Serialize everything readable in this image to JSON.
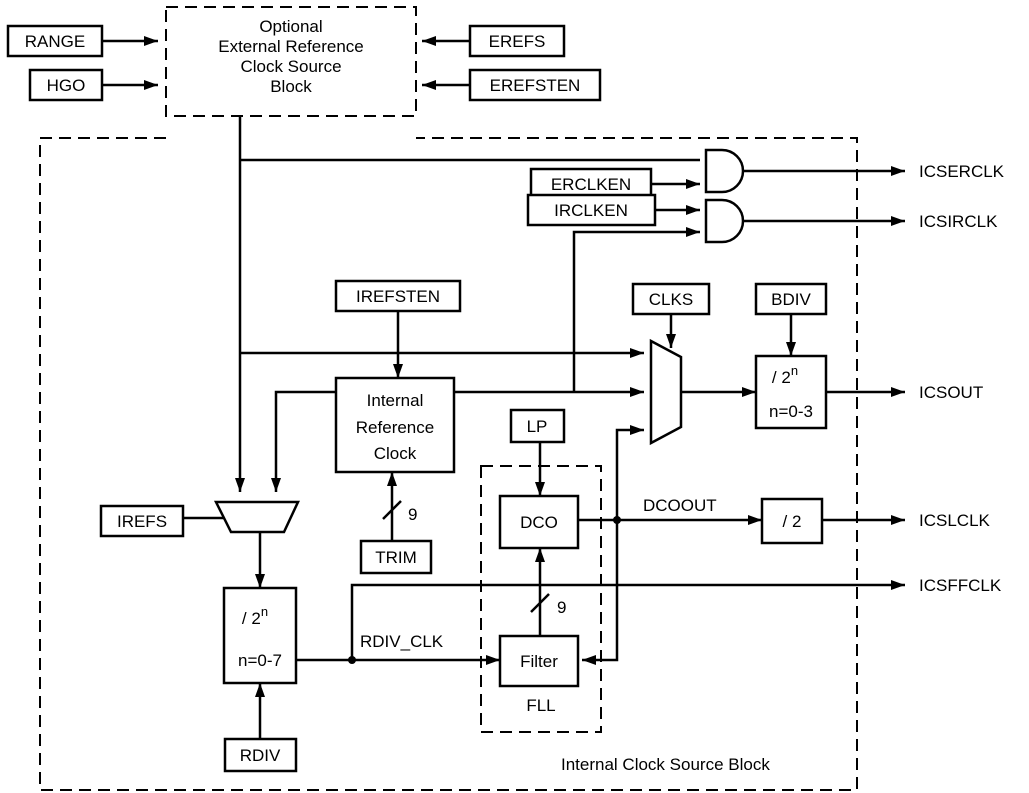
{
  "inputs": {
    "range": "RANGE",
    "hgo": "HGO",
    "erefs": "EREFS",
    "erefsten": "EREFSTEN",
    "erclken": "ERCLKEN",
    "irclken": "IRCLKEN",
    "irefsten": "IREFSTEN",
    "clks": "CLKS",
    "bdiv": "BDIV",
    "lp": "LP",
    "irefs": "IREFS",
    "trim": "TRIM",
    "rdiv": "RDIV"
  },
  "blocks": {
    "external_ref": [
      "Optional",
      "External Reference",
      "Clock Source",
      "Block"
    ],
    "internal_ref": [
      "Internal",
      "Reference",
      "Clock"
    ],
    "bdiv_divider": {
      "base": "/ 2",
      "exp": "n",
      "range": "n=0-3"
    },
    "rdiv_divider": {
      "base": "/ 2",
      "exp": "n",
      "range": "n=0-7"
    },
    "div2": "/ 2",
    "dco": "DCO",
    "filter": "Filter",
    "fll": "FLL",
    "internal_block": "Internal Clock Source Block"
  },
  "signals": {
    "dcoout": "DCOOUT",
    "rdiv_clk": "RDIV_CLK",
    "bus_width_trim": "9",
    "bus_width_filter": "9"
  },
  "outputs": {
    "icserclk": "ICSERCLK",
    "icsirclk": "ICSIRCLK",
    "icsout": "ICSOUT",
    "icslclk": "ICSLCLK",
    "icsffclk": "ICSFFCLK"
  }
}
